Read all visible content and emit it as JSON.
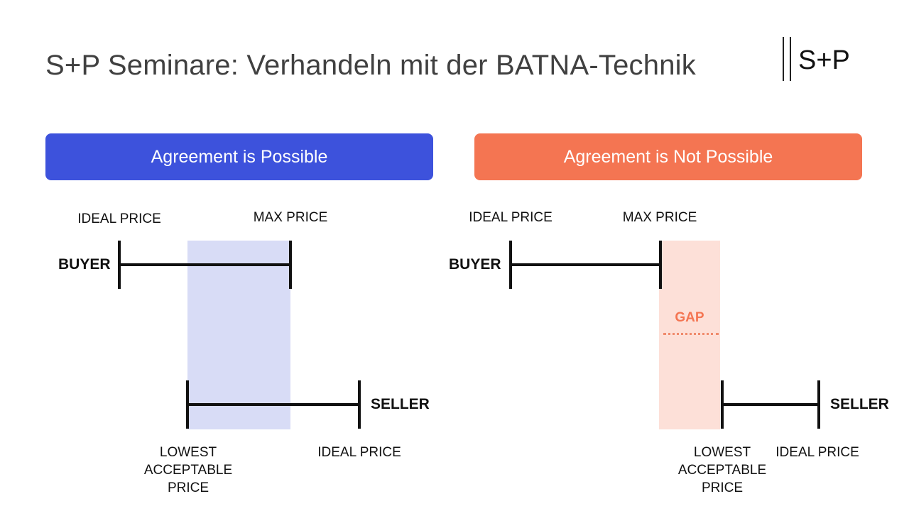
{
  "slide": {
    "title": "S+P Seminare: Verhandeln mit der BATNA-Technik",
    "logo_text": "S+P"
  },
  "colors": {
    "possible_header": "#3d52dc",
    "not_possible_header": "#f47552",
    "zopa_fill": "#d8dcf6",
    "gap_fill": "#fde0d8",
    "gap_text": "#f47552",
    "title_text": "#404040"
  },
  "left_panel": {
    "header": "Agreement is Possible",
    "buyer": {
      "party_label": "BUYER",
      "start_label": "IDEAL PRICE",
      "end_label": "MAX PRICE"
    },
    "seller": {
      "party_label": "SELLER",
      "start_label_lines": [
        "LOWEST",
        "ACCEPTABLE",
        "PRICE"
      ],
      "end_label": "IDEAL PRICE"
    }
  },
  "right_panel": {
    "header": "Agreement is Not Possible",
    "gap_label": "GAP",
    "buyer": {
      "party_label": "BUYER",
      "start_label": "IDEAL PRICE",
      "end_label": "MAX PRICE"
    },
    "seller": {
      "party_label": "SELLER",
      "start_label_lines": [
        "LOWEST",
        "ACCEPTABLE",
        "PRICE"
      ],
      "end_label": "IDEAL PRICE"
    }
  }
}
